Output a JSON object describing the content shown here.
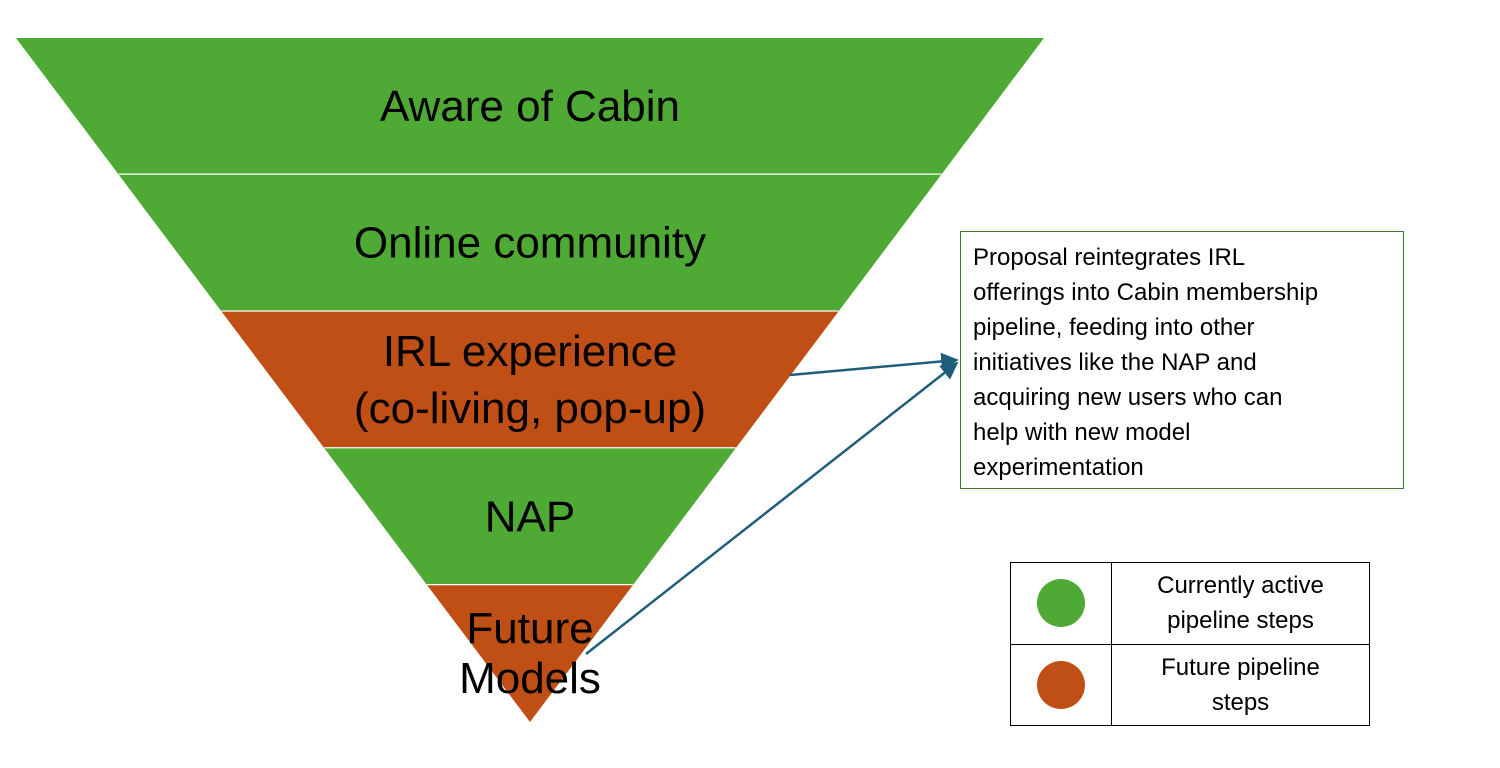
{
  "colors": {
    "active": "#4fa935",
    "future": "#c04f15",
    "arrow": "#1f5d7d",
    "callout_border": "#3e7a2e",
    "divider": "#ffffff"
  },
  "funnel": {
    "levels": [
      {
        "lines": [
          "Aware of Cabin"
        ],
        "status": "active"
      },
      {
        "lines": [
          "Online community"
        ],
        "status": "active"
      },
      {
        "lines": [
          "IRL experience",
          "(co-living, pop-up)"
        ],
        "status": "future"
      },
      {
        "lines": [
          "NAP"
        ],
        "status": "active"
      },
      {
        "lines": [
          "Future",
          "Models"
        ],
        "status": "future"
      }
    ]
  },
  "callout": {
    "lines": [
      "Proposal reintegrates IRL",
      "offerings into Cabin membership",
      "pipeline, feeding into other",
      "initiatives like the NAP and",
      "acquiring new users who can",
      "help with new model",
      "experimentation"
    ]
  },
  "legend": {
    "rows": [
      {
        "status": "active",
        "lines": [
          "Currently active",
          "pipeline steps"
        ]
      },
      {
        "status": "future",
        "lines": [
          "Future pipeline",
          "steps"
        ]
      }
    ]
  }
}
